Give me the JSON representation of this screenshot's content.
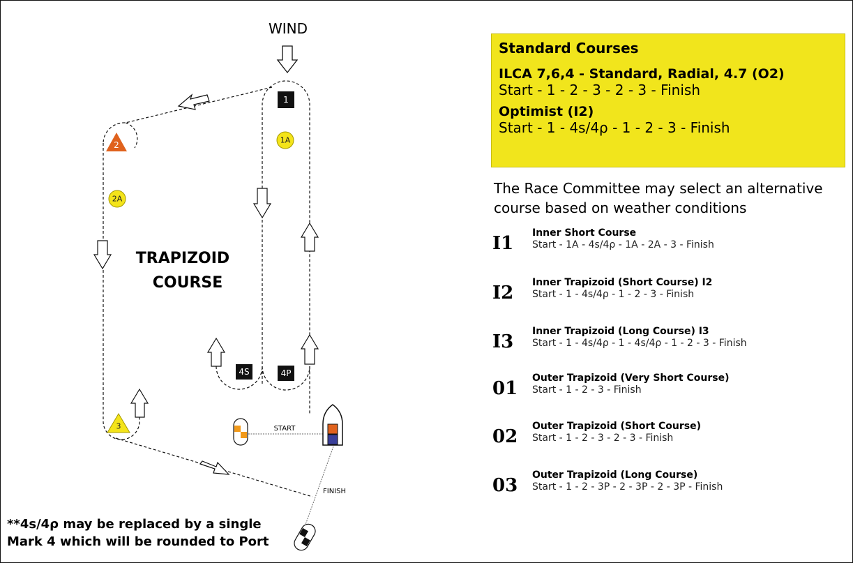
{
  "diagram": {
    "wind_label": "WIND",
    "course_title_line1": "TRAPIZOID",
    "course_title_line2": "COURSE",
    "start_label": "START",
    "finish_label": "FINISH",
    "marks": {
      "m1": "1",
      "m1a": "1A",
      "m2": "2",
      "m2a": "2A",
      "m3": "3",
      "m4s": "4S",
      "m4p": "4P"
    },
    "colors": {
      "mark_orange": "#e0621d",
      "mark_yellow": "#f4e41a",
      "mark_black": "#111111",
      "committee_blue": "#3a3f9a",
      "pin_orange": "#f29a1a"
    }
  },
  "standard": {
    "title": "Standard Courses",
    "courses": [
      {
        "name": "ILCA 7,6,4 - Standard, Radial, 4.7 (O2)",
        "sequence": "Start  - 1 - 2 - 3 - 2  - 3 - Finish"
      },
      {
        "name": "Optimist (I2)",
        "sequence": "Start  - 1 - 4s/4ρ - 1 - 2  - 3 - Finish"
      }
    ],
    "background": "#f1e51c"
  },
  "note": "The Race Committee may select an alternative course based on weather conditions",
  "alternatives": [
    {
      "code": "I1",
      "name": "Inner Short Course",
      "sequence": "Start  - 1A - 4s/4ρ - 1A - 2A  - 3 - Finish"
    },
    {
      "code": "I2",
      "name": "Inner Trapizoid (Short Course) I2",
      "sequence": "Start  - 1 - 4s/4ρ - 1 - 2  - 3 - Finish"
    },
    {
      "code": "I3",
      "name": "Inner Trapizoid (Long Course) I3",
      "sequence": "Start  - 1 - 4s/4ρ - 1 - 4s/4ρ - 1 - 2  - 3 - Finish"
    },
    {
      "code": "01",
      "name": "Outer Trapizoid (Very Short Course)",
      "sequence": "Start  - 1 - 2 - 3 - Finish"
    },
    {
      "code": "02",
      "name": "Outer Trapizoid (Short Course)",
      "sequence": "Start  - 1 - 2 - 3 - 2  - 3 - Finish"
    },
    {
      "code": "03",
      "name": "Outer Trapizoid (Long Course)",
      "sequence": "Start  - 1 - 2 - 3P - 2  - 3P - 2 - 3P -  Finish"
    }
  ],
  "footnote_line1": "**4s/4ρ may be replaced by a single",
  "footnote_line2": "Mark 4 which will be rounded to Port"
}
